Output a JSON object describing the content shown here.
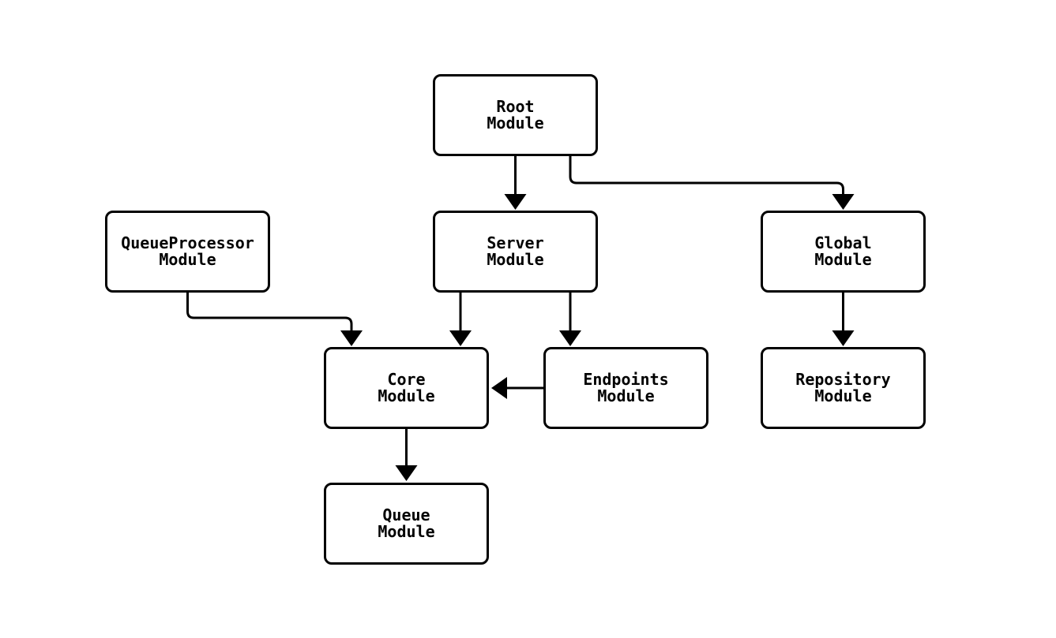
{
  "diagram": {
    "type": "flowchart",
    "background_color": "#ffffff",
    "node_border_color": "#000000",
    "node_fill_color": "#ffffff",
    "edge_color": "#000000",
    "text_color": "#000000",
    "nodes": [
      {
        "id": "root",
        "label": "Root\nModule"
      },
      {
        "id": "queueprocessor",
        "label": "QueueProcessor\nModule"
      },
      {
        "id": "server",
        "label": "Server\nModule"
      },
      {
        "id": "global",
        "label": "Global\nModule"
      },
      {
        "id": "core",
        "label": "Core\nModule"
      },
      {
        "id": "endpoints",
        "label": "Endpoints\nModule"
      },
      {
        "id": "repository",
        "label": "Repository\nModule"
      },
      {
        "id": "queue",
        "label": "Queue\nModule"
      }
    ],
    "edges": [
      {
        "from": "root",
        "to": "server"
      },
      {
        "from": "root",
        "to": "global"
      },
      {
        "from": "queueprocessor",
        "to": "core"
      },
      {
        "from": "server",
        "to": "core"
      },
      {
        "from": "server",
        "to": "endpoints"
      },
      {
        "from": "global",
        "to": "repository"
      },
      {
        "from": "endpoints",
        "to": "core"
      },
      {
        "from": "core",
        "to": "queue"
      }
    ]
  }
}
